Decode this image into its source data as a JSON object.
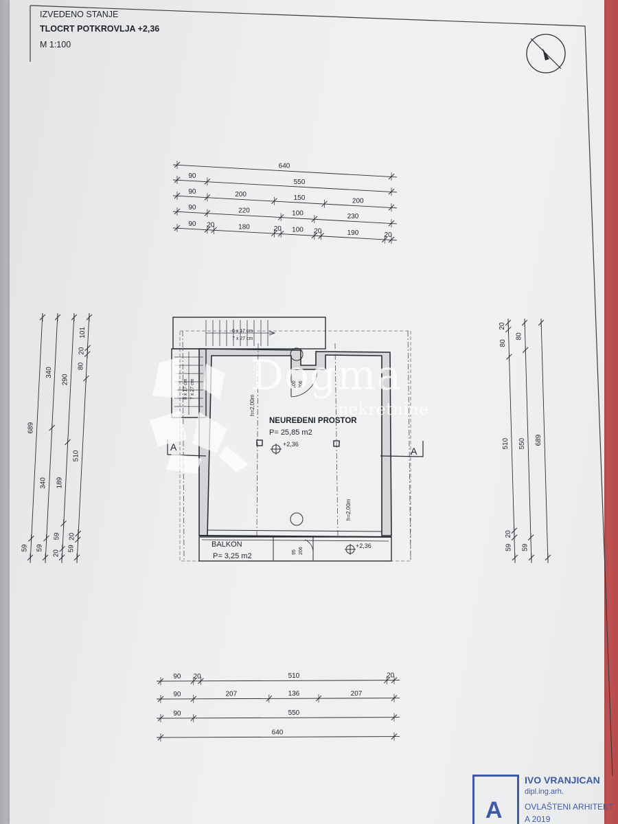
{
  "header": {
    "line1": "IZVEDENO STANJE",
    "line2": "TLOCRT POTKROVLJA +2,36",
    "line3": "M 1:100"
  },
  "watermark": {
    "brand": "Dogma",
    "sub": "nekretnine"
  },
  "dims_top": [
    [
      "640"
    ],
    [
      "90",
      "550"
    ],
    [
      "90",
      "200",
      "150",
      "200"
    ],
    [
      "90",
      "220",
      "100",
      "230"
    ],
    [
      "90",
      "20",
      "180",
      "20",
      "100",
      "20",
      "190",
      "20"
    ]
  ],
  "dims_bottom": [
    [
      "90",
      "20",
      "510",
      "20"
    ],
    [
      "90",
      "207",
      "136",
      "207"
    ],
    [
      "90",
      "550"
    ],
    [
      "640"
    ]
  ],
  "dims_left": [
    [
      "689",
      "59"
    ],
    [
      "340",
      "340",
      "59"
    ],
    [
      "290",
      "189",
      "59",
      "20"
    ],
    [
      "101",
      "20",
      "80",
      "510",
      "20",
      "59"
    ]
  ],
  "dims_right": [
    [
      "20",
      "80",
      "510",
      "20",
      "59"
    ],
    [
      "80",
      "550",
      "59"
    ],
    [
      "689"
    ]
  ],
  "plan": {
    "room_name": "NEUREĐENI PROSTOR",
    "room_area": "P= 25,85 m2",
    "level_main": "+2,36",
    "level_balcony": "+2,36",
    "balcony_name": "BALKON",
    "balcony_area": "P= 3,25 m2",
    "height_left": "h=2,00m",
    "height_right": "h=2,00m",
    "stair_top_1": "6 x 17 cm",
    "stair_top_2": "7 x 27 cm",
    "stair_side_1": "8 x 17 cm",
    "stair_side_2": "7 x 27 cm",
    "door_top_1": "100",
    "door_top_2": "206",
    "door_bal_1": "95",
    "door_bal_2": "206",
    "section_left": "A",
    "section_right": "A"
  },
  "stamp": {
    "letter": "A",
    "name": "IVO VRANJICAN",
    "title": "dipl.ing.arh.",
    "role": "OVLAŠTENI ARHITEKT",
    "number": "A 2019"
  }
}
